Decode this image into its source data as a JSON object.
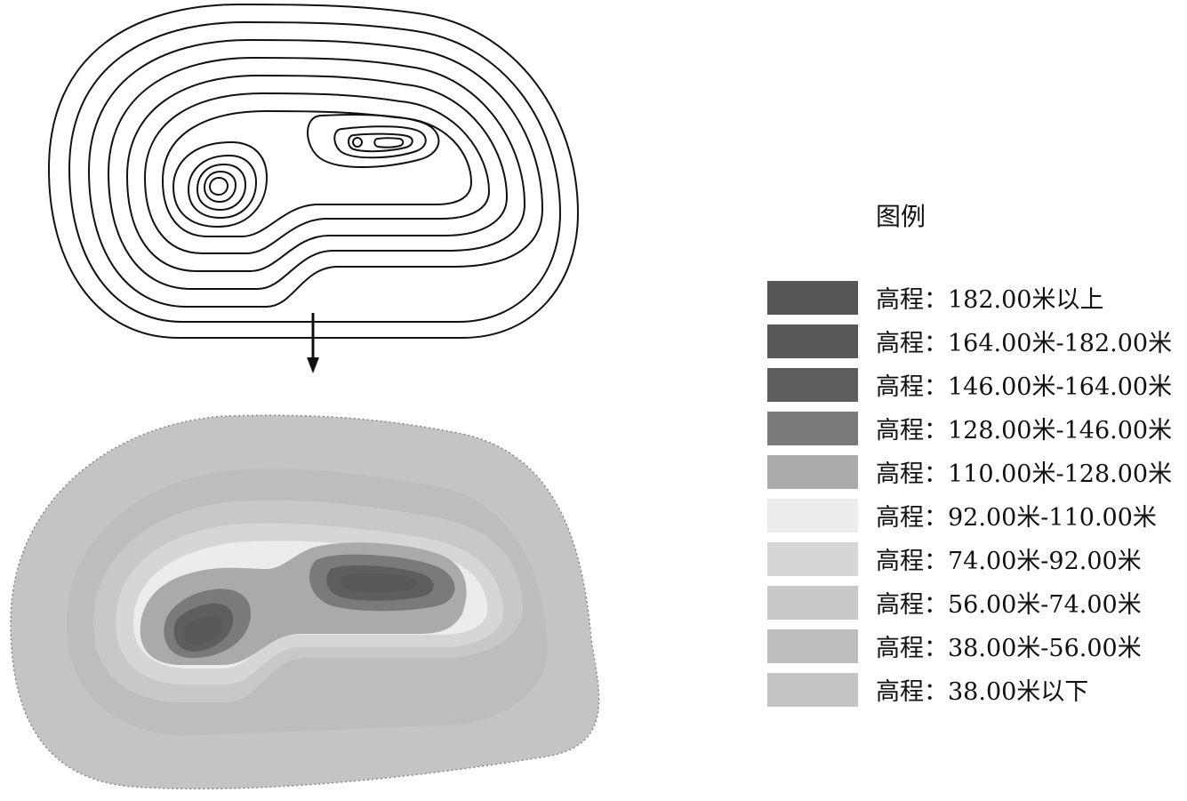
{
  "legend": {
    "title": "图例",
    "items": [
      {
        "label": "高程：182.00米以上",
        "color": "#555555"
      },
      {
        "label": "高程：164.00米-182.00米",
        "color": "#585858"
      },
      {
        "label": "高程：146.00米-164.00米",
        "color": "#5e5e5e"
      },
      {
        "label": "高程：128.00米-146.00米",
        "color": "#7a7a7a"
      },
      {
        "label": "高程：110.00米-128.00米",
        "color": "#aaaaaa"
      },
      {
        "label": "高程：92.00米-110.00米",
        "color": "#ececec"
      },
      {
        "label": "高程：74.00米-92.00米",
        "color": "#d6d6d6"
      },
      {
        "label": "高程：56.00米-74.00米",
        "color": "#c8c8c8"
      },
      {
        "label": "高程：38.00米-56.00米",
        "color": "#bdbdbd"
      },
      {
        "label": "高程：38.00米以下",
        "color": "#c4c4c4"
      }
    ]
  }
}
